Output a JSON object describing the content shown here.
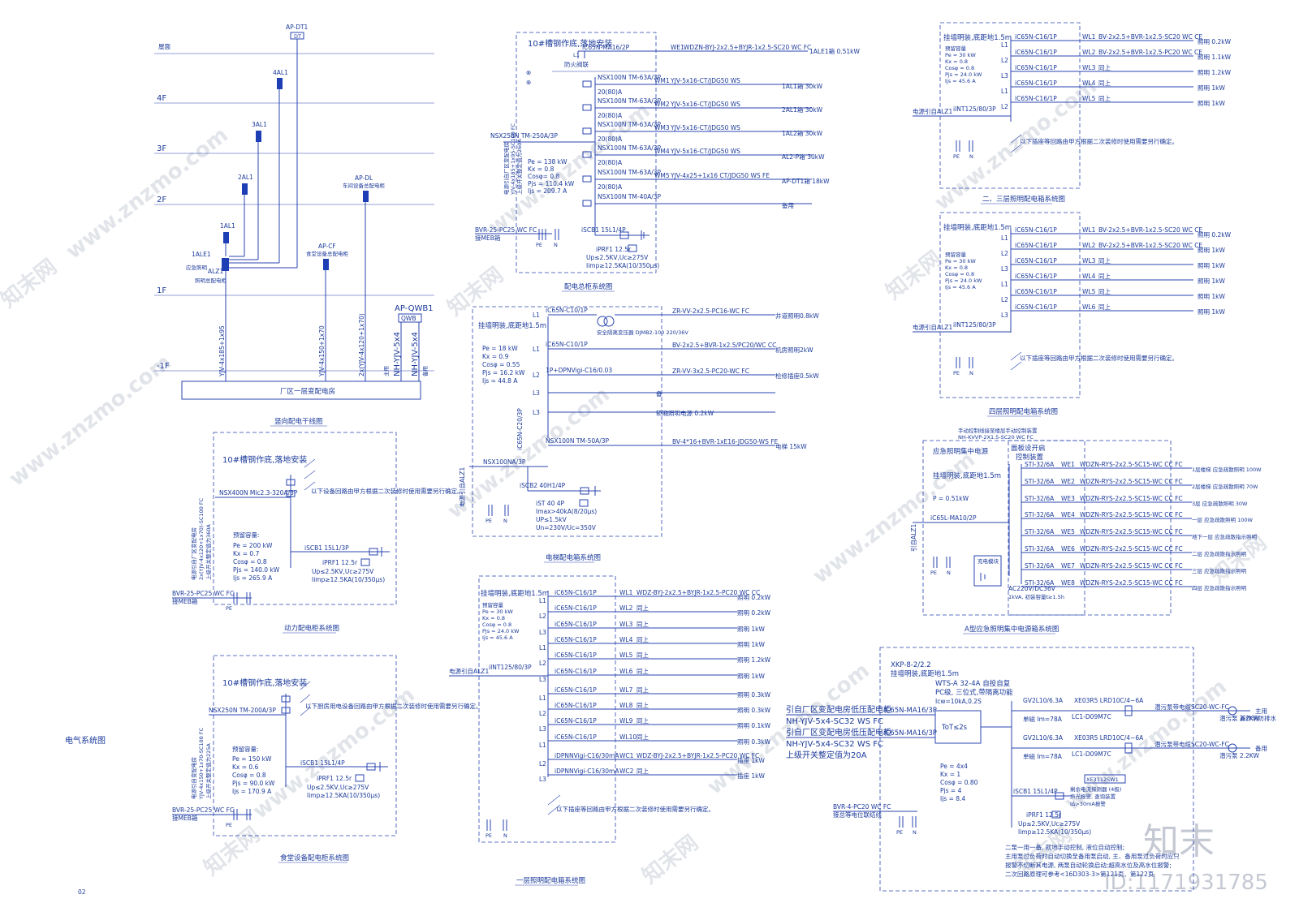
{
  "sheet": {
    "title": "电气系统图",
    "page_number": "02"
  },
  "riser": {
    "floors": [
      "屋面",
      "4F",
      "3F",
      "2F",
      "1F",
      "-1F"
    ],
    "boxes": [
      "AP-DT1",
      "4AL1",
      "3AL1",
      "2AL1",
      "1AL1",
      "1ALE1",
      "ALZ1",
      "AP-CF",
      "AP-DL",
      "AP-QWB1"
    ],
    "box_notes": [
      "应急照明",
      "照明总配电柜",
      "食堂设备总配电柜",
      "车间设备总配电柜",
      "QWB"
    ],
    "cables": [
      "YJV-4x185+1x95",
      "YJV-4x150+1x70",
      "2x(YJV-4x120+1x70)",
      "NH-YJV-5x4",
      "NH-YJV-5x4"
    ],
    "cable_notes": [
      "主用",
      "备用"
    ],
    "substation": "厂区一层变配电房",
    "caption": "竖向配电干线图"
  },
  "main_panel": {
    "heading": "10#槽钢作底,落地安装",
    "incoming": [
      "iC65N-MA16/2P",
      "NSX250N TM-250A/3P",
      "电源引自厂区变配电房",
      "YJV-4x185+1x95-SC100 FC",
      "上级开关整定值为260A",
      "防火阀联"
    ],
    "circuits": [
      {
        "breaker": "NSX100N TM-63A/3P",
        "setting": "20(80)A",
        "id": "WM1",
        "cable": "YJV-5x16-CT/JDG50 WS",
        "load": "1AL1箱 30kW"
      },
      {
        "breaker": "NSX100N TM-63A/3P",
        "setting": "20(80)A",
        "id": "WM2",
        "cable": "YJV-5x16-CT/JDG50 WS",
        "load": "2AL1箱 30kW"
      },
      {
        "breaker": "NSX100N TM-63A/3P",
        "setting": "20(80)A",
        "id": "WM3",
        "cable": "YJV-5x16-CT/JDG50 WS",
        "load": "1AL2箱 30kW"
      },
      {
        "breaker": "NSX100N TM-63A/3P",
        "setting": "20(80)A",
        "id": "WM4",
        "cable": "YJV-5x16-CT/JDG50 WS",
        "load": "AL2-P箱 30kW"
      },
      {
        "breaker": "NSX100N TM-63A/3P",
        "setting": "20(80)A",
        "id": "WM5",
        "cable": "YJV-4x25+1x16  CT/JDG50 WS FE",
        "load": "AP-DT1箱 18kW"
      },
      {
        "breaker": "NSX100N TM-40A/3P",
        "setting": "",
        "id": "",
        "cable": "",
        "load": "备用"
      }
    ],
    "wm_feed": {
      "id": "WE1",
      "cable": "WDZN-BYJ-2x2.5+BYJR-1x2.5-SC20 WC FC",
      "load": "1ALE1箱 0.51kW"
    },
    "calc": [
      "Pe = 138 kW",
      "Kx = 0.8",
      "Cosφ= 0.8",
      "Pjs = 110.4 kW",
      "Ijs = 209.7 A"
    ],
    "spd": [
      "iSCB1 15L1/4P",
      "iPRF1 12.5r",
      "Up≤2.5KV,Uc≥275V",
      "Iimp≥12.5KA(10/350μs)"
    ],
    "ground": "BVR-25-PC25 WC FC",
    "ground2": "接MEB箱",
    "caption": "配电总柜系统图"
  },
  "power_panel": {
    "heading": "10#槽钢作底,落地安装",
    "breaker": "NSX400N Mic2.3-320A/3P",
    "note": "以下设备回路由甲方根据二次装修时使用需要另行确定。",
    "feed": [
      "电源引自厂区变配电房",
      "2x(YJV-4x120+1x70)-SC100 FC",
      "上级开关整定值为360A"
    ],
    "calc": [
      "预留容量:",
      "Pe = 200 kW",
      "Kx = 0.7",
      "Cosφ = 0.8",
      "Pjs = 140.0 kW",
      "Ijs = 265.9 A"
    ],
    "spd": [
      "iSCB1 15L1/3P",
      "iPRF1 12.5r",
      "Up≤2.5KV,Uc≥275V",
      "Iimp≥12.5KA(10/350μs)"
    ],
    "ground": "BVR-25-PC25 WC FC",
    "ground2": "接MEB箱",
    "caption": "动力配电柜系统图"
  },
  "canteen_panel": {
    "heading": "10#槽钢作底,落地安装",
    "breaker": "NSX250N TM-200A/3P",
    "note": "以下厨房用电设备回路由甲方根据二次装修时使用需要另行确定。",
    "feed": [
      "电源引自变配电房",
      "YJV-4x150+1x70-SC100 FC",
      "上级开关整定值为225A"
    ],
    "calc": [
      "预留容量:",
      "Pe = 150 kW",
      "Kx = 0.6",
      "Cosφ = 0.8",
      "Pjs = 90.0 kW",
      "Ijs = 170.9 A"
    ],
    "spd": [
      "iSCB1 15L1/4P",
      "iPRF1 12.5r",
      "Up≤2.5KV,Uc≥275V",
      "Iimp≥12.5KA(10/350μs)"
    ],
    "ground": "BVR-25-PC25 WC FC",
    "ground2": "接MEB箱",
    "caption": "食堂设备配电柜系统图"
  },
  "elevator_panel": {
    "heading": "挂墙明装,底距地1.5m",
    "calc": [
      "Pe = 18 kW",
      "Kx = 0.9",
      "Cosφ = 0.55",
      "Pjs = 16.2 kW",
      "Ijs = 44.8 A"
    ],
    "rows": [
      {
        "phase": "L1",
        "breaker": "iC65N-C10/1P",
        "extra": "安全隔离变压器 DJMB2-100 220/36V",
        "cable": "ZR-VV-2x2.5-PC16-WC FC",
        "load": "井道照明0.8kW"
      },
      {
        "phase": "L1",
        "breaker": "iC65N-C10/1P",
        "extra": "",
        "cable": "BV-2x2.5+BVR-1x2.5/PC20/WC CC",
        "load": "机房照明2kW"
      },
      {
        "phase": "L2",
        "breaker": "1P+DPNVigi-C16/0.03",
        "extra": "",
        "cable": "ZR-VV-3x2.5-PC20-WC FC",
        "load": "检修插座0.5kW"
      },
      {
        "phase": "L3",
        "breaker": "",
        "extra": "",
        "cable": "",
        "load": "备"
      },
      {
        "phase": "L3",
        "breaker": "",
        "extra": "",
        "cable": "",
        "load": "轿厢照明电源 0.2kW"
      },
      {
        "phase": "",
        "breaker": "NSX100N TM-50A/3P",
        "extra": "",
        "cable": "BV-4*16+BVR-1xE16-JDG50-WS FE",
        "load": "电梯 15kW"
      }
    ],
    "incoming": [
      "电源引自ALZ1",
      "NSX100NA/3P",
      "iC65N-C20/3P"
    ],
    "spd": [
      "iSCB2 40H1/4P",
      "iST 40 4P",
      "Imax>40kA(8/20μs)",
      "UP≤1.5kV",
      "Un=230V/Uc=350V"
    ],
    "caption": "电梯配电箱系统图"
  },
  "lighting_panels": [
    {
      "heading": "挂墙明装,底距地1.5m",
      "calc": [
        "预留容量",
        "Pe = 30 kW",
        "Kx = 0.8",
        "Cosφ = 0.8",
        "Pjs = 24.0 kW",
        "Ijs = 45.6 A"
      ],
      "incoming": [
        "电源引自ALZ1",
        "iINT125/80/3P"
      ],
      "rows": [
        {
          "phase": "L1",
          "breaker": "iC65N-C16/1P",
          "id": "WL1",
          "cable": "BV-2x2.5+BVR-1x2.5-SC20 WC CE",
          "load": "照明 0.2kW"
        },
        {
          "phase": "L2",
          "breaker": "iC65N-C16/1P",
          "id": "WL2",
          "cable": "BV-2x2.5+BVR-1x2.5-PC20 WC CE",
          "load": "照明 1.1kW"
        },
        {
          "phase": "L3",
          "breaker": "iC65N-C16/1P",
          "id": "WL3",
          "cable": "同上",
          "load": "照明 1.2kW"
        },
        {
          "phase": "L1",
          "breaker": "iC65N-C16/1P",
          "id": "WL4",
          "cable": "同上",
          "load": "照明 1kW"
        },
        {
          "phase": "L2",
          "breaker": "iC65N-C16/1P",
          "id": "WL5",
          "cable": "同上",
          "load": "照明 1kW"
        }
      ],
      "note": "以下插座等回路由甲方根据二次装修时使用需要另行确定。",
      "caption": "二、三层照明配电箱系统图"
    },
    {
      "heading": "挂墙明装,底距地1.5m",
      "calc": [
        "预留容量",
        "Pe = 30 kW",
        "Kx = 0.8",
        "Cosφ = 0.8",
        "Pjs = 24.0 kW",
        "Ijs = 45.6 A"
      ],
      "incoming": [
        "电源引自ALZ1",
        "iINT125/80/3P"
      ],
      "rows": [
        {
          "phase": "L1",
          "breaker": "iC65N-C16/1P",
          "id": "WL1",
          "cable": "BV-2x2.5+BVR-1x2.5-SC20 WC CE",
          "load": "照明 0.2kW"
        },
        {
          "phase": "L2",
          "breaker": "iC65N-C16/1P",
          "id": "WL2",
          "cable": "BV-2x2.5+BVR-1x2.5-SC20 WC CE",
          "load": "照明 1kW"
        },
        {
          "phase": "L3",
          "breaker": "iC65N-C16/1P",
          "id": "WL3",
          "cable": "同上",
          "load": "照明 1kW"
        },
        {
          "phase": "L1",
          "breaker": "iC65N-C16/1P",
          "id": "WL4",
          "cable": "同上",
          "load": "照明 1kW"
        },
        {
          "phase": "L2",
          "breaker": "iC65N-C16/1P",
          "id": "WL5",
          "cable": "同上",
          "load": "照明 1kW"
        },
        {
          "phase": "L3",
          "breaker": "iC65N-C16/1P",
          "id": "WL6",
          "cable": "同上",
          "load": "照明 1kW"
        }
      ],
      "note": "以下插座等回路由甲方根据二次装修时使用需要另行确定。",
      "caption": "四层照明配电箱系统图"
    }
  ],
  "first_floor_lighting": {
    "heading": "挂墙明装,底距地1.5m",
    "calc": [
      "预留容量",
      "Pe = 30 kW",
      "Kx = 0.8",
      "Cosφ = 0.8",
      "Pjs = 24.0 kW",
      "Ijs = 45.6 A"
    ],
    "incoming": [
      "电源引自ALZ1",
      "iINT125/80/3P"
    ],
    "rows": [
      {
        "phase": "L1",
        "breaker": "iC65N-C16/1P",
        "id": "WL1",
        "cable": "WDZ-BYJ-2x2.5+BYJR-1x2.5-PC20 WC CC",
        "load": "照明 0.2kW"
      },
      {
        "phase": "L2",
        "breaker": "iC65N-C16/1P",
        "id": "WL2",
        "cable": "同上",
        "load": "照明 0.2kW"
      },
      {
        "phase": "L3",
        "breaker": "iC65N-C16/1P",
        "id": "WL3",
        "cable": "同上",
        "load": "照明 1kW"
      },
      {
        "phase": "L1",
        "breaker": "iC65N-C16/1P",
        "id": "WL4",
        "cable": "同上",
        "load": "照明 1kW"
      },
      {
        "phase": "L2",
        "breaker": "iC65N-C16/1P",
        "id": "WL5",
        "cable": "同上",
        "load": "照明 1.2kW"
      },
      {
        "phase": "L3",
        "breaker": "iC65N-C16/1P",
        "id": "WL6",
        "cable": "同上",
        "load": "照明 1kW"
      },
      {
        "phase": "L1",
        "breaker": "iC65N-C16/1P",
        "id": "WL7",
        "cable": "同上",
        "load": "照明 0.3kW"
      },
      {
        "phase": "L2",
        "breaker": "iC65N-C16/1P",
        "id": "WL8",
        "cable": "同上",
        "load": "照明 0.3kW"
      },
      {
        "phase": "L3",
        "breaker": "iC65N-C16/1P",
        "id": "WL9",
        "cable": "同上",
        "load": "照明 0.1kW"
      },
      {
        "phase": "L1",
        "breaker": "iC65N-C16/1P",
        "id": "WL10",
        "cable": "同上",
        "load": "照明 0.3kW"
      },
      {
        "phase": "L2",
        "breaker": "iDPNNVigi-C16/30mA",
        "id": "WC1",
        "cable": "WDZ-BYJ-2x2.5+BYJR-1x2.5-PC20 WC FC",
        "load": "插座 1kW"
      },
      {
        "phase": "L3",
        "breaker": "iDPNNVigi-C16/30mA",
        "id": "WC2",
        "cable": "同上",
        "load": "插座 1kW"
      }
    ],
    "note": "以下插座等回路由甲方根据二次装修时使用需要另行确定。",
    "caption": "一层照明配电箱系统图"
  },
  "emergency_panel": {
    "top_note": [
      "手动控制线接至楼层手动控制装置",
      "NH-KVVP-2X1.5-SC20 WC FC"
    ],
    "heading": [
      "应急照明集中电源",
      "挂墙明装,底距地1.5m"
    ],
    "pe": "P = 0.51kW",
    "control_label": [
      "面板设开启",
      "控制装置"
    ],
    "incoming": [
      "引自ALZ1",
      "iC65L-MA10/2P"
    ],
    "battery": "充电模块",
    "transformer": [
      "AC220V/DC36V",
      "1kVA, 初装容量t≥1.5h"
    ],
    "rows": [
      {
        "breaker": "STI-32/6A",
        "id": "WE1",
        "cable": "WDZN-RYS-2x2.5-SC15-WC CC FC",
        "load": "1层楼梯 应急疏散照明 100W"
      },
      {
        "breaker": "STI-32/6A",
        "id": "WE2",
        "cable": "WDZN-RYS-2x2.5-SC15-WC CC FC",
        "load": "2层楼梯 应急疏散照明 70W"
      },
      {
        "breaker": "STI-32/6A",
        "id": "WE3",
        "cable": "WDZN-RYS-2x2.5-SC15-WC CC FC",
        "load": "3层 应急疏散照明 30W"
      },
      {
        "breaker": "STI-32/6A",
        "id": "WE4",
        "cable": "WDZN-RYS-2x2.5-SC15-WC CC FC",
        "load": "一层 应急疏散照明 100W"
      },
      {
        "breaker": "STI-32/6A",
        "id": "WE5",
        "cable": "WDZN-RYS-2x2.5-SC15-WC CC FC",
        "load": "地下一层 应急疏散指示照明"
      },
      {
        "breaker": "STI-32/6A",
        "id": "WE6",
        "cable": "WDZN-RYS-2x2.5-SC15-WC CC FC",
        "load": "二层 应急疏散指示照明"
      },
      {
        "breaker": "STI-32/6A",
        "id": "WE7",
        "cable": "WDZN-RYS-2x2.5-SC15-WC CC FC",
        "load": "三层 应急疏散指示照明"
      },
      {
        "breaker": "STI-32/6A",
        "id": "WE8",
        "cable": "WDZN-RYS-2x2.5-SC15-WC CC FC",
        "load": "四层 应急疏散指示照明"
      }
    ],
    "caption": "A型应急照明集中电源箱系统图"
  },
  "pump_panel": {
    "model": "XKP-8-2/2.2",
    "heading": "挂墙明装,底距地1.5m",
    "ats": [
      "WTS-A 32-4A 自投自复",
      "PC级, 三位式,带隔离功能",
      "Icw=10kA,0.2S"
    ],
    "incoming": [
      {
        "text": "引自厂区变配电房低压配电柜",
        "breaker": "iC65N-MA16/3P",
        "cable": "NH-YJV-5x4-SC32 WS FC"
      },
      {
        "text": "引自厂区变配电房低压配电柜",
        "breaker": "iC65N-MA16/3P",
        "cable": "NH-YJV-5x4-SC32 WS FC"
      }
    ],
    "upper_setting": "上级开关整定值为20A",
    "switch": "ToT≤2s",
    "calc": [
      "Pe = 4x4",
      "Kx = 1",
      "Cosφ = 0.80",
      "Pjs = 4",
      "Ijs = 8.4"
    ],
    "motors": [
      {
        "breaker": "GV2L10/6.3A",
        "contactor": "LC1-D09M7C",
        "relay": "XE03R5 LRD10C/4~6A",
        "label": "单磁 Im=78A",
        "cable": "潜污泵带电缆SC20-WC-FC",
        "load": "潜污泵 2.2KW",
        "role": "主用"
      },
      {
        "breaker": "GV2L10/6.3A",
        "contactor": "LC1-D09M7C",
        "relay": "XE03R5 LRD10C/4~6A",
        "label": "单磁 Im=78A",
        "cable": "潜污泵带电缆SC20-WC-FC",
        "load": "潜污泵 2.2KW",
        "role": "备用"
      }
    ],
    "fire_drain": "兼作消防排水",
    "leak": [
      "XE3112SW1",
      "剩余电流探测器 (4极)",
      "声光报警, 查询装置",
      "IΔ>30mA报警"
    ],
    "spd": [
      "iSCB1 15L1/4P",
      "iPRF1 12.5r",
      "Up≤2.5KV,Uc≥275V",
      "Iimp≥12.5KA(10/350μs)"
    ],
    "ground": [
      "BVR-4-PC20 WC FC",
      "接总等电位联结线"
    ],
    "notes": [
      "二泵一用一备, 就地手动控制, 液位自动控制;",
      "主用泵过负荷时自动切换至备用泵启动, 主、备用泵过负荷时应只",
      "报警不切断其电源, 两泵自动轮换启动;超高水位及高水位报警;",
      "二次回路原理可参考<16D303-3>第121页、第122页"
    ]
  },
  "watermark": {
    "site": "www.znzmo.com",
    "brand": "知末网",
    "logo": "知末",
    "id": "ID:1171931785"
  }
}
